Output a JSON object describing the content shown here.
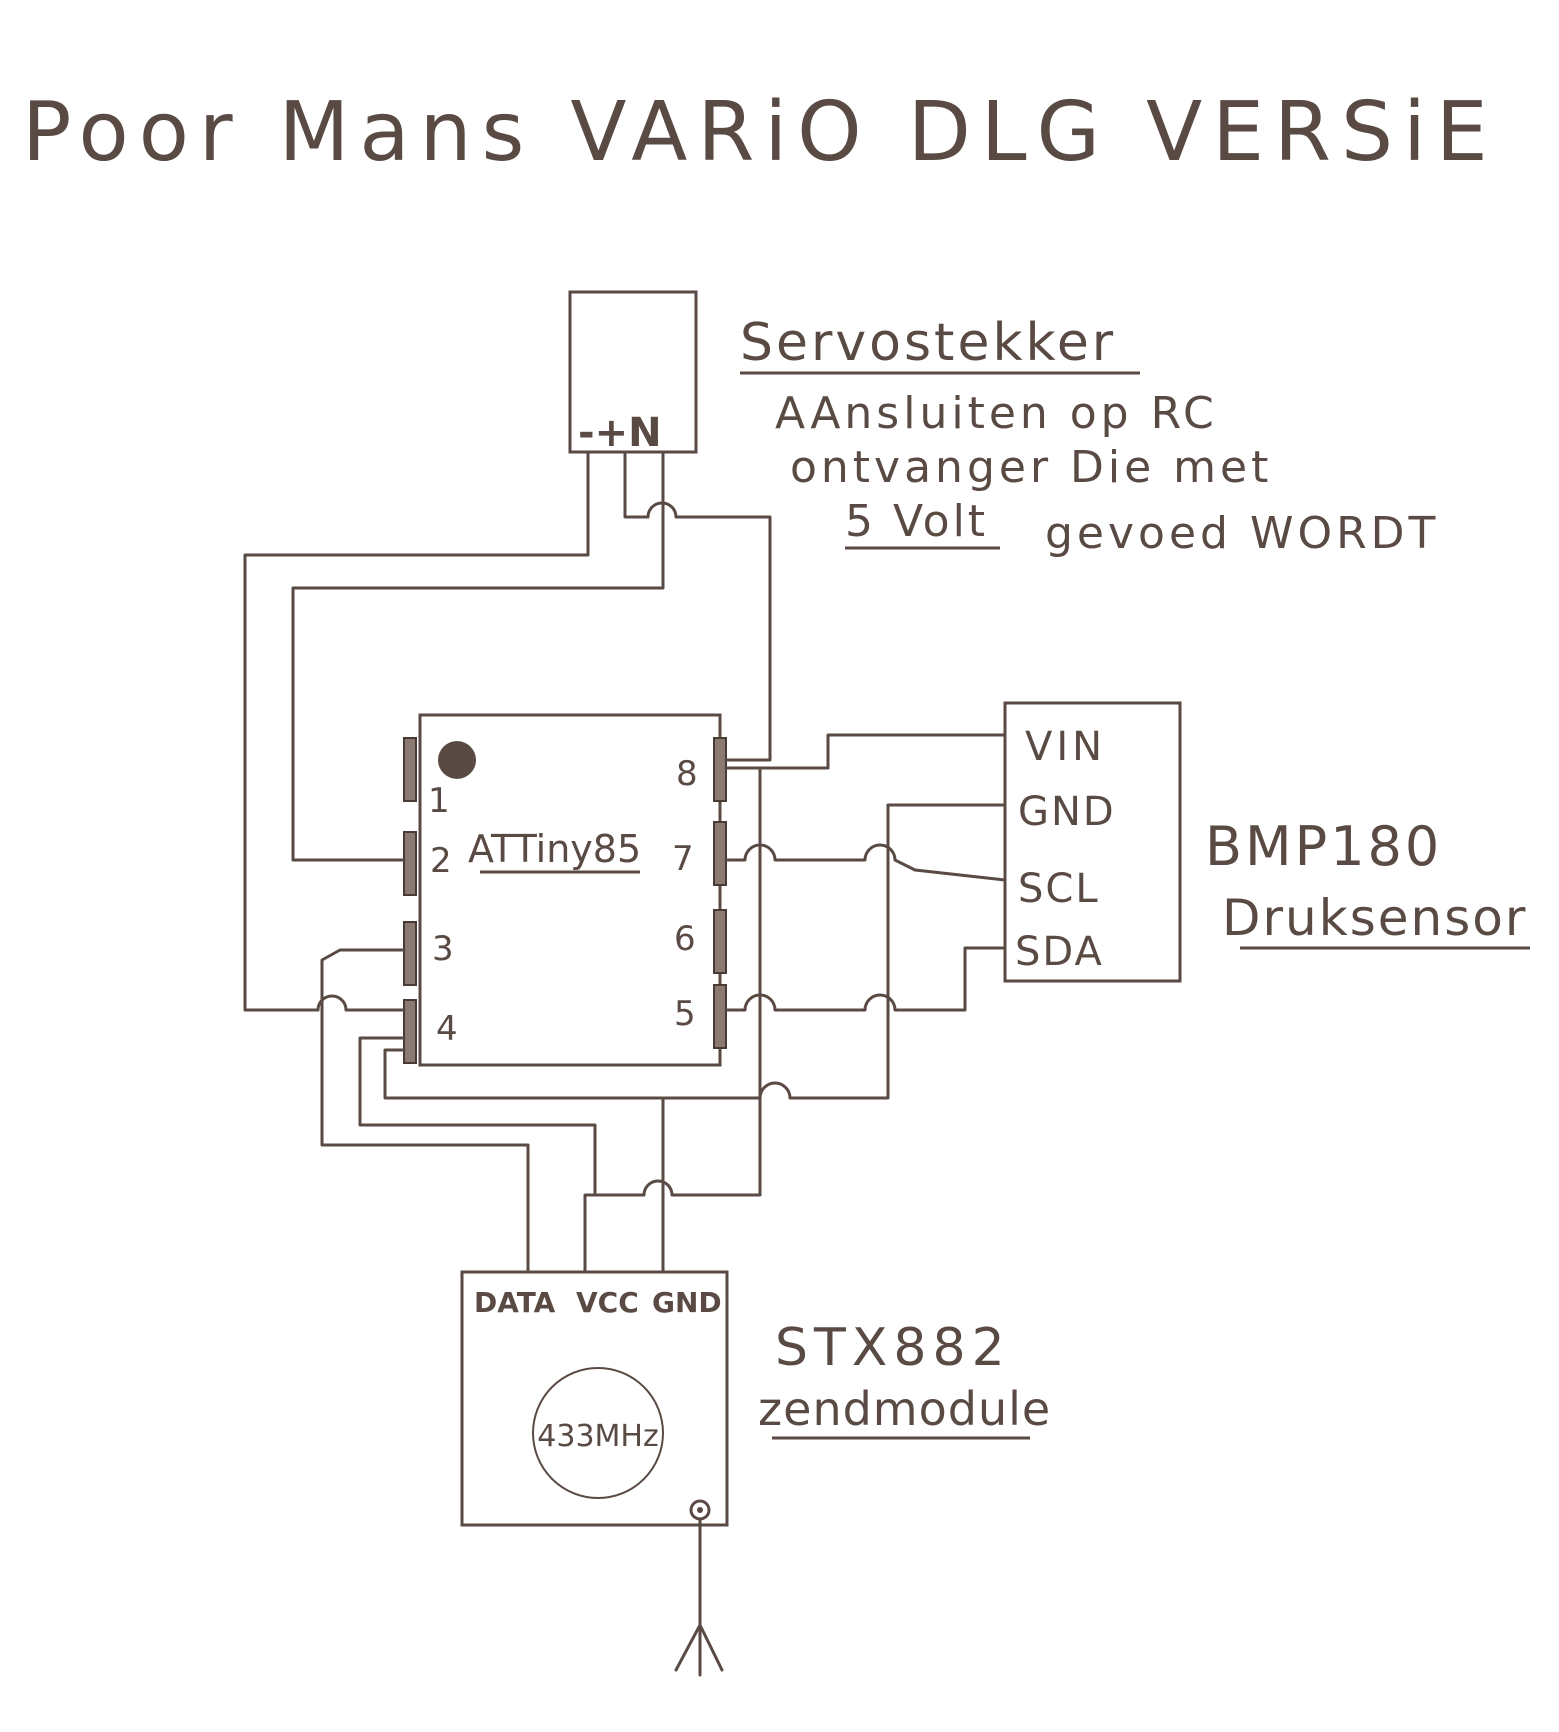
{
  "title": "Poor Mans VARiO DLG VERSiE",
  "servo": {
    "name": "Servostekker",
    "note_lines": [
      "AAnsluiten op RC",
      "ontvanger Die met"
    ],
    "note_volt": "5 Volt",
    "note_rest": "gevoed WORDT",
    "pins": "-+N"
  },
  "chip": {
    "name": "ATTiny85",
    "pin_numbers": [
      "1",
      "2",
      "3",
      "4",
      "5",
      "6",
      "7",
      "8"
    ]
  },
  "sensor": {
    "name": "BMP180",
    "subtitle": "Druksensor",
    "pins": [
      "VIN",
      "GND",
      "SCL",
      "SDA"
    ]
  },
  "transmitter": {
    "name": "STX882",
    "subtitle": "zendmodule",
    "pins": [
      "DATA",
      "VCC",
      "GND"
    ],
    "freq": "433MHz"
  },
  "colors": {
    "ink": "#5a4a44",
    "paper": "#ffffff"
  }
}
